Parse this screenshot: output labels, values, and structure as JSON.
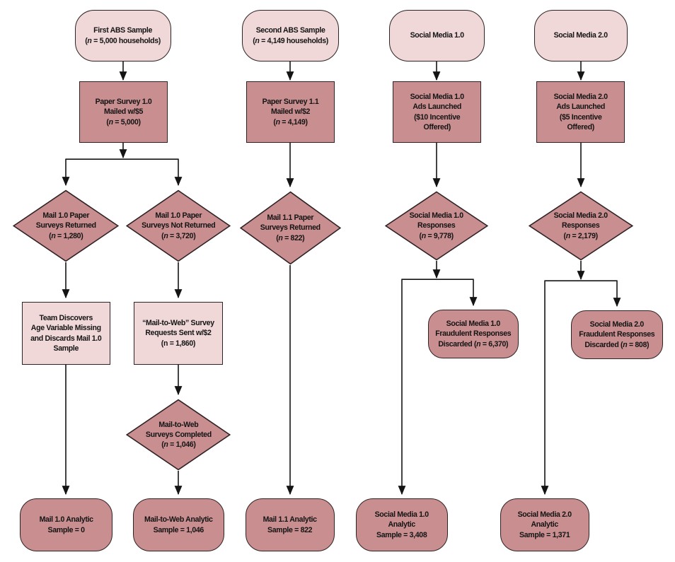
{
  "figure": {
    "description_label": "Survey recruitment and sample disposition flowchart"
  },
  "colors": {
    "light_fill": "#f1d8d8",
    "dark_fill": "#c98e8f",
    "border": "#2f2224",
    "line": "#141414",
    "text": "#141414",
    "bg": "#ffffff"
  },
  "nodes": {
    "start_abs1": {
      "shape": "stadium",
      "lines": [
        "First ABS Sample",
        "(*n* = 5,000 households)"
      ]
    },
    "proc_paper10": {
      "shape": "rect",
      "lines": [
        "Paper Survey 1.0",
        "Mailed w/$5",
        "(*n* = 5,000)"
      ]
    },
    "dec_mail10_returned": {
      "shape": "diamond",
      "lines": [
        "Mail 1.0 Paper",
        "Surveys Returned",
        "(*n* = 1,280)"
      ]
    },
    "dec_mail10_not_returned": {
      "shape": "diamond",
      "lines": [
        "Mail 1.0 Paper",
        "Surveys Not Returned",
        "(*n* = 3,720)"
      ]
    },
    "proc_team_discovers": {
      "shape": "rect",
      "lines": [
        "Team Discovers",
        "Age Variable Missing",
        "and Discards Mail 1.0",
        "Sample"
      ]
    },
    "proc_mtw_requests": {
      "shape": "rect",
      "lines": [
        "“Mail-to-Web” Survey",
        "Requests Sent w/$2",
        "(n = 1,860)"
      ]
    },
    "dec_mtw_completed": {
      "shape": "diamond",
      "lines": [
        "Mail-to-Web",
        "Surveys Completed",
        "(*n* = 1,046)"
      ]
    },
    "end_mail10": {
      "shape": "endcap",
      "lines": [
        "Mail 1.0 Analytic",
        "Sample = 0"
      ]
    },
    "end_mtw": {
      "shape": "endcap",
      "lines": [
        "Mail-to-Web Analytic",
        "Sample = 1,046"
      ]
    },
    "start_abs2": {
      "shape": "stadium",
      "lines": [
        "Second ABS Sample",
        "(*n* = 4,149 households)"
      ]
    },
    "proc_paper11": {
      "shape": "rect",
      "lines": [
        "Paper Survey 1.1",
        "Mailed w/$2",
        "(*n* = 4,149)"
      ]
    },
    "dec_mail11_returned": {
      "shape": "diamond",
      "lines": [
        "Mail 1.1 Paper",
        "Surveys Returned",
        "(*n* = 822)"
      ]
    },
    "end_mail11": {
      "shape": "endcap",
      "lines": [
        "Mail 1.1 Analytic",
        "Sample = 822"
      ]
    },
    "start_sm1": {
      "shape": "stadium",
      "lines": [
        "Social Media 1.0"
      ]
    },
    "proc_sm1_ads": {
      "shape": "rect",
      "lines": [
        "Social Media 1.0",
        "Ads Launched",
        "($10 Incentive",
        "Offered)"
      ]
    },
    "dec_sm1_responses": {
      "shape": "diamond",
      "lines": [
        "Social Media 1.0",
        "Responses",
        "(*n* = 9,778)"
      ]
    },
    "end_sm1_fraud": {
      "shape": "fraud",
      "lines": [
        "Social Media 1.0",
        "Fraudulent Responses",
        "Discarded (*n* = 6,370)"
      ]
    },
    "end_sm1": {
      "shape": "endcap",
      "lines": [
        "Social Media 1.0",
        "Analytic",
        "Sample = 3,408"
      ]
    },
    "start_sm2": {
      "shape": "stadium",
      "lines": [
        "Social Media 2.0"
      ]
    },
    "proc_sm2_ads": {
      "shape": "rect",
      "lines": [
        "Social Media 2.0",
        "Ads Launched",
        "($5 Incentive",
        "Offered)"
      ]
    },
    "dec_sm2_responses": {
      "shape": "diamond",
      "lines": [
        "Social Media 2.0",
        "Responses",
        "(*n* = 2,179)"
      ]
    },
    "end_sm2_fraud": {
      "shape": "fraud",
      "lines": [
        "Social Media 2.0",
        "Fraudulent Responses",
        "Discarded (*n* = 808)"
      ]
    },
    "end_sm2": {
      "shape": "endcap",
      "lines": [
        "Social Media 2.0",
        "Analytic",
        "Sample = 1,371"
      ]
    }
  }
}
